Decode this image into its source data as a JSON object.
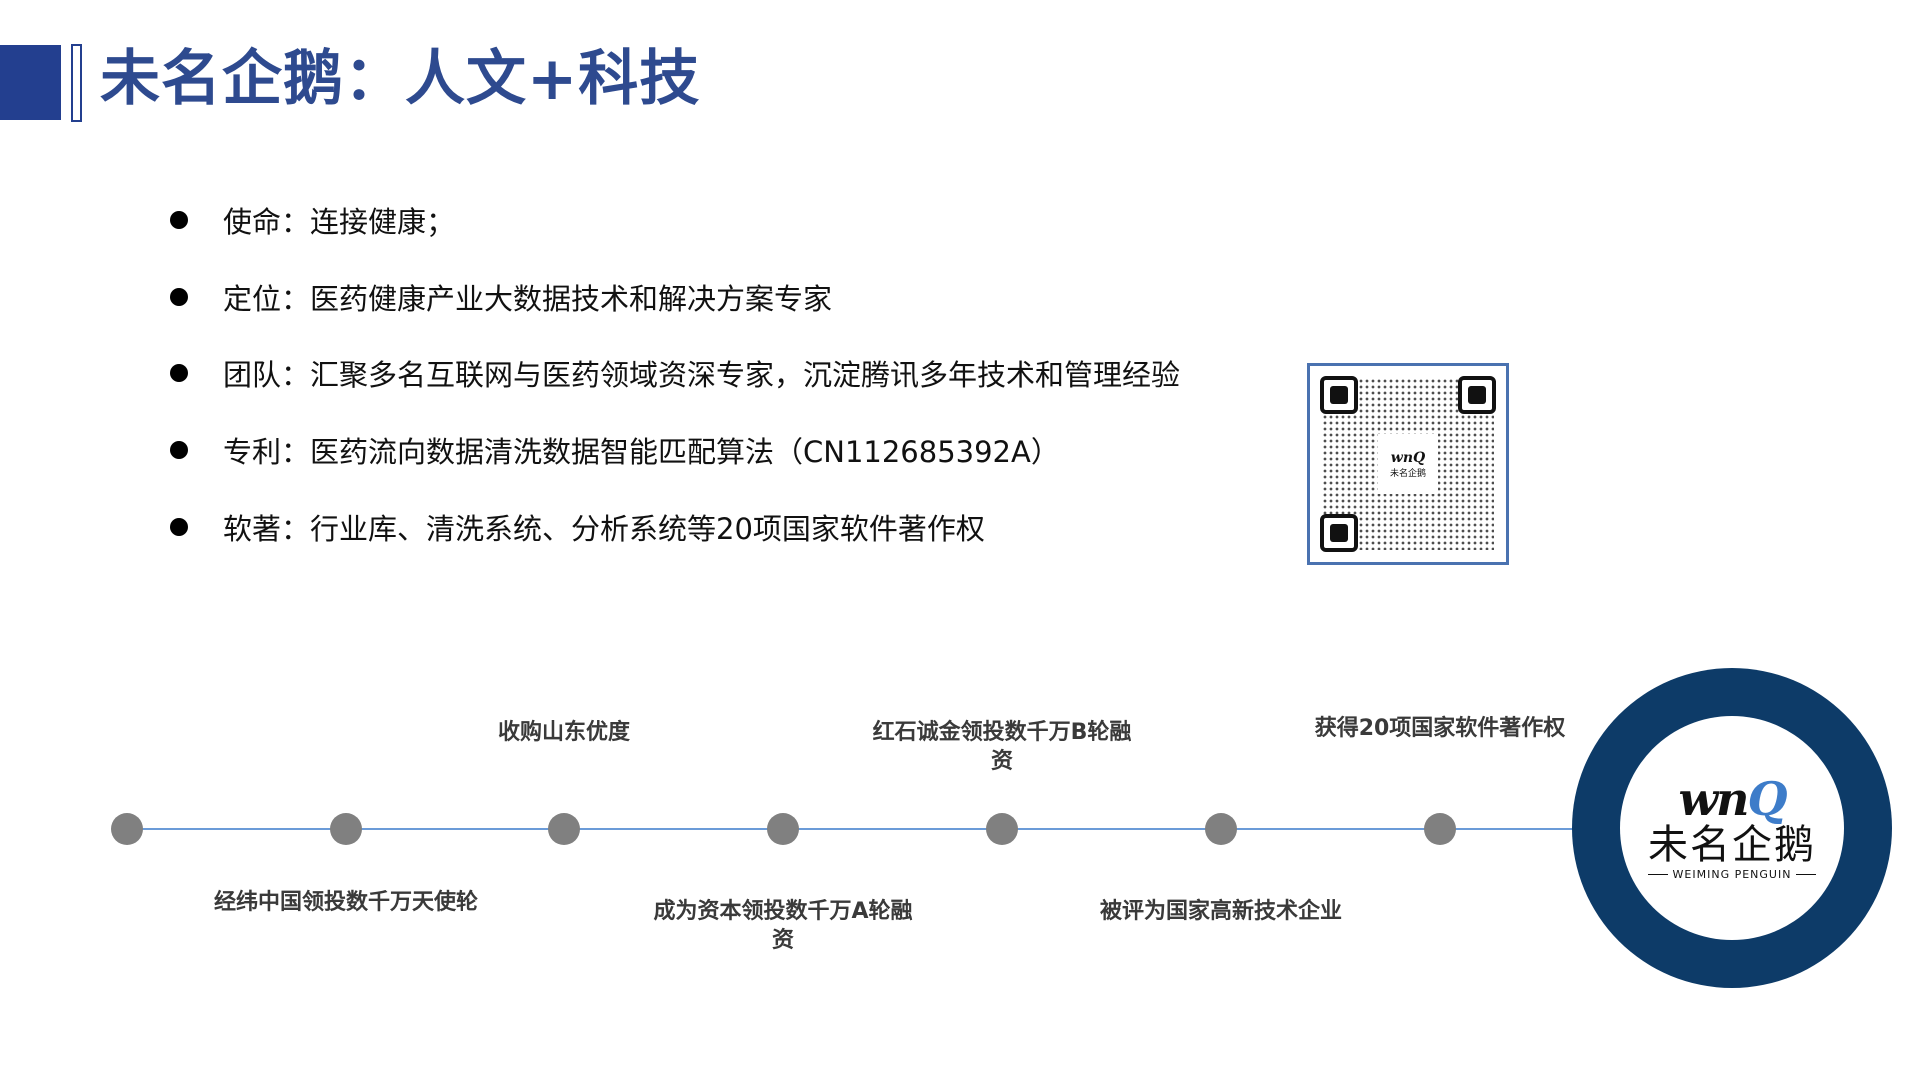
{
  "header": {
    "title": "未名企鹅：人文+科技",
    "accent_color": "#233f8f"
  },
  "bullets": [
    {
      "label": "使命",
      "text": "使命：连接健康；"
    },
    {
      "label": "定位",
      "text": "定位：医药健康产业大数据技术和解决方案专家"
    },
    {
      "label": "团队",
      "text": "团队：汇聚多名互联网与医药领域资深专家，沉淀腾讯多年技术和管理经验"
    },
    {
      "label": "专利",
      "text": "专利：医药流向数据清洗数据智能匹配算法（CN112685392A）"
    },
    {
      "label": "软著",
      "text": "软著：行业库、清洗系统、分析系统等20项国家软件著作权"
    }
  ],
  "qr": {
    "center_mark": "wnQ",
    "center_text": "未名企鹅",
    "border_color": "#4a72b0"
  },
  "timeline": {
    "line_color": "#6b9bd8",
    "node_color": "#808080",
    "milestones": [
      {
        "text": "经纬中国领投数千万天使轮",
        "position": "below"
      },
      {
        "text": "收购山东优度",
        "position": "above"
      },
      {
        "text": "成为资本领投数千万A轮融资",
        "position": "below"
      },
      {
        "text": "红石诚金领投数千万B轮融资",
        "position": "above"
      },
      {
        "text": "被评为国家高新技术企业",
        "position": "below"
      },
      {
        "text": "获得20项国家软件著作权",
        "position": "above"
      }
    ]
  },
  "logo": {
    "mark": "wn",
    "mark_q": "Q",
    "name_cn": "未名企鹅",
    "name_en": "WEIMING PENGUIN",
    "ring_color": "#0d3b68"
  }
}
